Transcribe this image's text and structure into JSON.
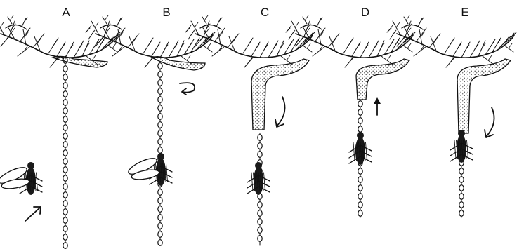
{
  "panels": [
    {
      "label": "A",
      "motion_arrow": "insect-approach-arrow"
    },
    {
      "label": "B",
      "motion_arrow": "curved-arrow"
    },
    {
      "label": "C",
      "motion_arrow": "curved-down-arrow"
    },
    {
      "label": "D",
      "motion_arrow": "up-arrow"
    },
    {
      "label": "E",
      "motion_arrow": "curved-down-arrow"
    }
  ],
  "colors": {
    "ink": "#111111",
    "stipple": "#555555",
    "background": "#ffffff"
  }
}
